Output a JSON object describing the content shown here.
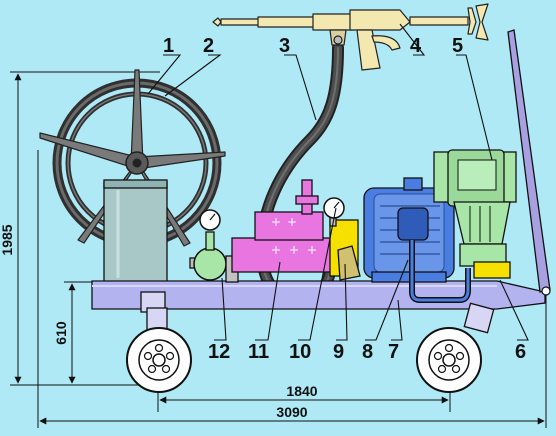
{
  "callouts": {
    "c1": "1",
    "c2": "2",
    "c3": "3",
    "c4": "4",
    "c5": "5",
    "c6": "6",
    "c7": "7",
    "c8": "8",
    "c9": "9",
    "c10": "10",
    "c11": "11",
    "c12": "12"
  },
  "dimensions": {
    "total_height": "1985",
    "frame_height": "610",
    "wheelbase": "1840",
    "total_length": "3090"
  },
  "colors": {
    "background": "#aee9f5",
    "frame": "#b3b3f0",
    "reel": "#505050",
    "tank": "#a8c8c8",
    "pump": "#e875e0",
    "motor": "#4a7de0",
    "gearbox": "#a8e6a8",
    "gun": "#f2e8b0",
    "hose": "#3f3f3f",
    "yellow_part": "#f5e000",
    "wheel": "#ffffff"
  }
}
